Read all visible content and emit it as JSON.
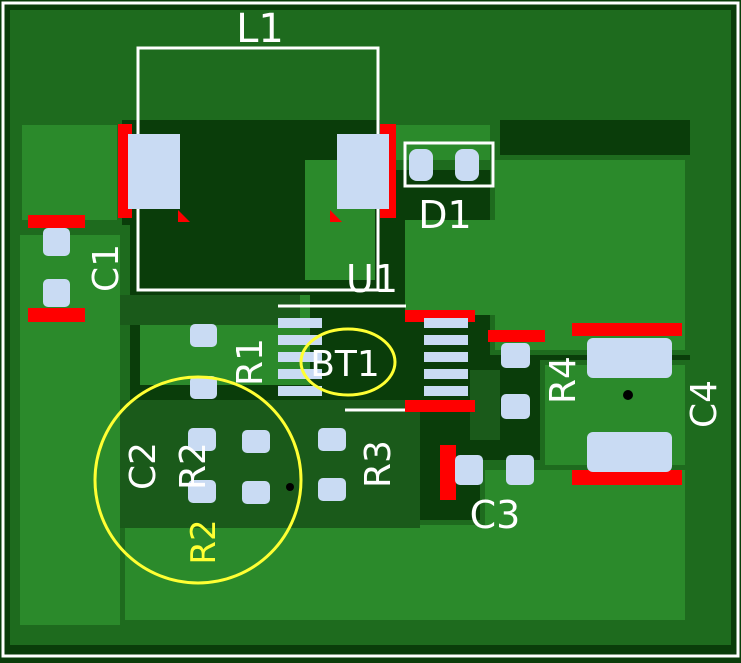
{
  "board": {
    "colors": {
      "substrate": "#0a3d0a",
      "copper_pour": "#1e6b1e",
      "copper_light": "#2b8a2b",
      "pad": "#c9dbf3",
      "silkscreen": "#ffffff",
      "error_marker": "#ff0000",
      "highlight": "#ffff33"
    }
  },
  "labels": {
    "L1": "L1",
    "D1": "D1",
    "C1": "C1",
    "U1": "U1",
    "R1": "R1",
    "BT1": "BT1",
    "R4": "R4",
    "C4": "C4",
    "C2": "C2",
    "R2": "R2",
    "R3": "R3",
    "C3": "C3",
    "R2_highlight": "R2"
  }
}
